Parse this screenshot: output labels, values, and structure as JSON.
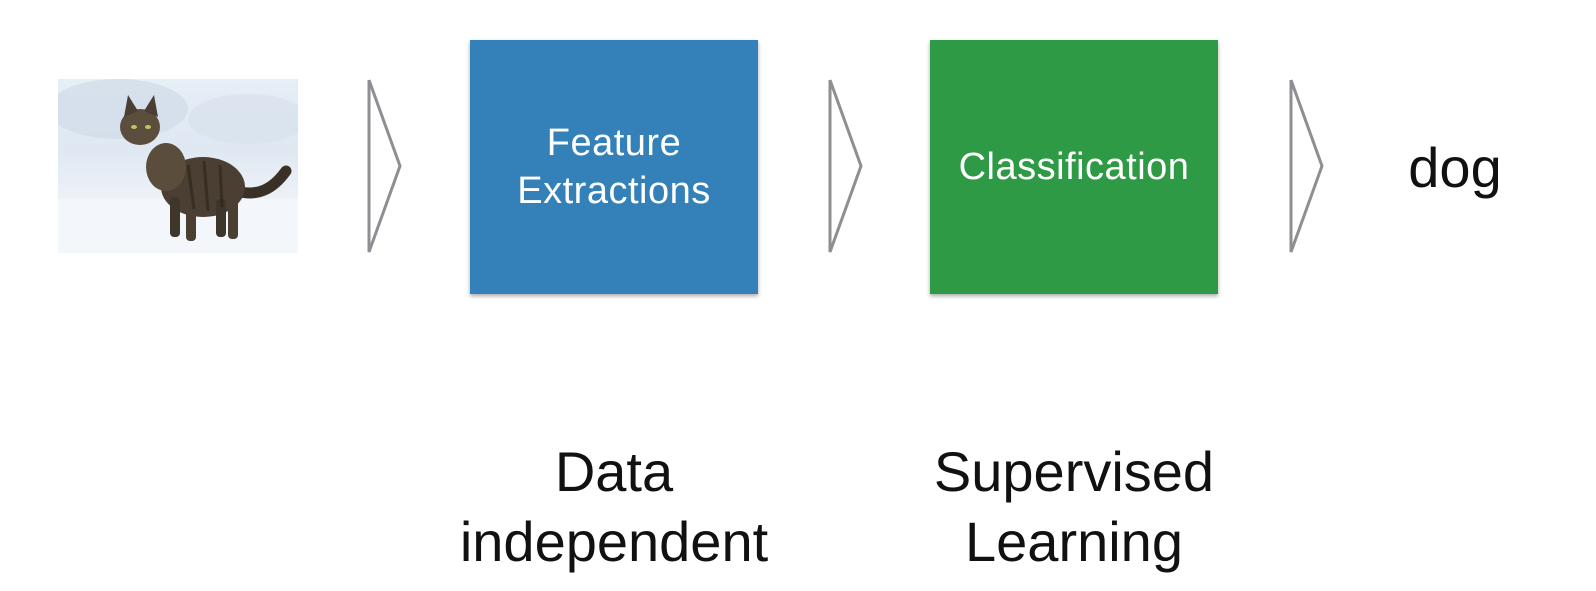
{
  "pipeline": {
    "input_image": {
      "icon": "cat-photo",
      "subject": "cat"
    },
    "stage1": {
      "line1": "Feature",
      "line2": "Extractions",
      "color": "#3381b8"
    },
    "stage2": {
      "line1": "Classification",
      "color": "#2f9a45"
    },
    "output": {
      "label": "dog"
    },
    "arrow_color": "#8e8e93"
  },
  "captions": {
    "stage1": {
      "line1": "Data",
      "line2": "independent"
    },
    "stage2": {
      "line1": "Supervised",
      "line2": "Learning"
    }
  }
}
